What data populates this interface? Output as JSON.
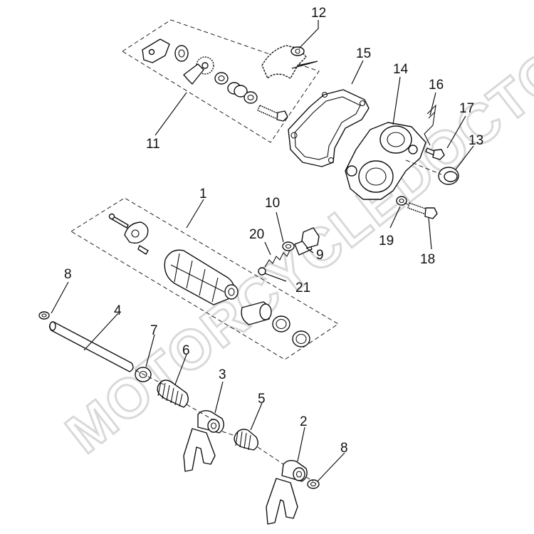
{
  "watermark": "MOTORCYCLEDOCTOR",
  "callouts": [
    {
      "id": "c12",
      "text": "12"
    },
    {
      "id": "c15",
      "text": "15"
    },
    {
      "id": "c14",
      "text": "14"
    },
    {
      "id": "c16",
      "text": "16"
    },
    {
      "id": "c17",
      "text": "17"
    },
    {
      "id": "c13",
      "text": "13"
    },
    {
      "id": "c11",
      "text": "11"
    },
    {
      "id": "c1",
      "text": "1"
    },
    {
      "id": "c10",
      "text": "10"
    },
    {
      "id": "c20",
      "text": "20"
    },
    {
      "id": "c9",
      "text": "9"
    },
    {
      "id": "c19",
      "text": "19"
    },
    {
      "id": "c18",
      "text": "18"
    },
    {
      "id": "c21",
      "text": "21"
    },
    {
      "id": "c8a",
      "text": "8"
    },
    {
      "id": "c4",
      "text": "4"
    },
    {
      "id": "c7",
      "text": "7"
    },
    {
      "id": "c6",
      "text": "6"
    },
    {
      "id": "c3",
      "text": "3"
    },
    {
      "id": "c5",
      "text": "5"
    },
    {
      "id": "c2",
      "text": "2"
    },
    {
      "id": "c8b",
      "text": "8"
    }
  ]
}
